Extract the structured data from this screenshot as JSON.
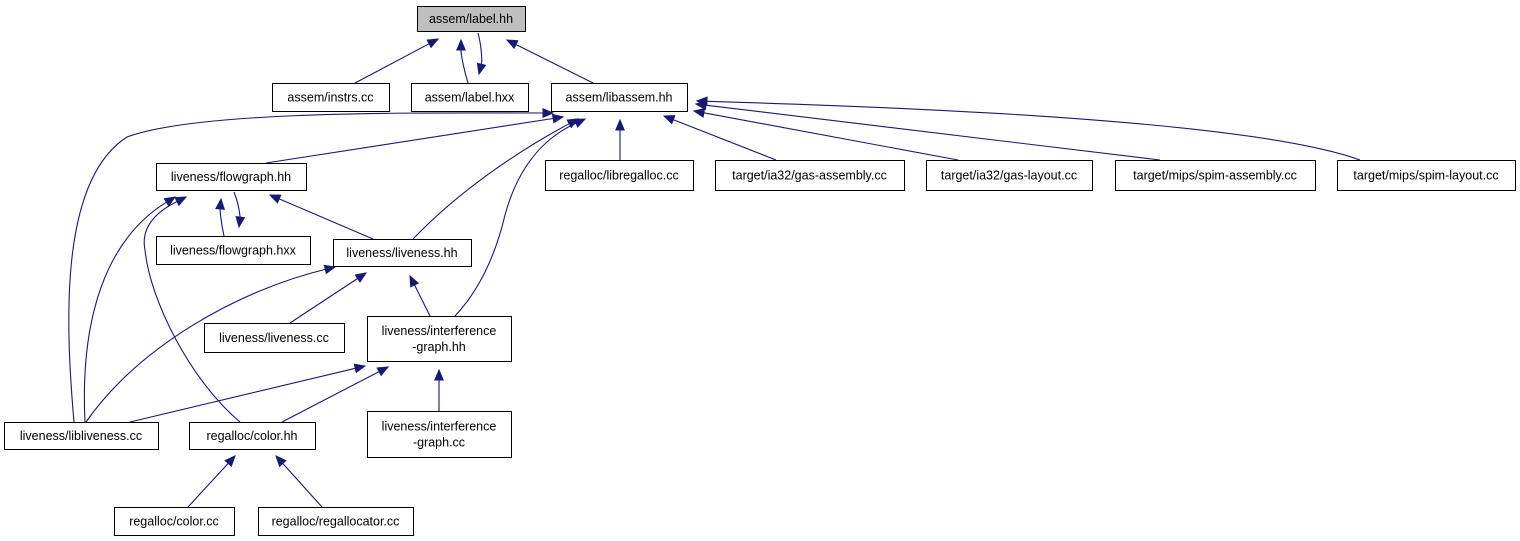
{
  "diagram": {
    "type": "include-dependency-graph",
    "colors": {
      "edge": "#191970",
      "root_fill": "#bfbfbf",
      "node_fill": "#ffffff",
      "border": "#000000"
    },
    "nodes": [
      {
        "id": "label_hh",
        "lines": [
          "assem/label.hh"
        ],
        "root": true
      },
      {
        "id": "instrs_cc",
        "lines": [
          "assem/instrs.cc"
        ]
      },
      {
        "id": "label_hxx",
        "lines": [
          "assem/label.hxx"
        ]
      },
      {
        "id": "libassem_hh",
        "lines": [
          "assem/libassem.hh"
        ]
      },
      {
        "id": "flowgraph_hh",
        "lines": [
          "liveness/flowgraph.hh"
        ]
      },
      {
        "id": "libregalloc_cc",
        "lines": [
          "regalloc/libregalloc.cc"
        ]
      },
      {
        "id": "ia32_gas_assembly",
        "lines": [
          "target/ia32/gas-assembly.cc"
        ]
      },
      {
        "id": "ia32_gas_layout",
        "lines": [
          "target/ia32/gas-layout.cc"
        ]
      },
      {
        "id": "mips_spim_assembly",
        "lines": [
          "target/mips/spim-assembly.cc"
        ]
      },
      {
        "id": "mips_spim_layout",
        "lines": [
          "target/mips/spim-layout.cc"
        ]
      },
      {
        "id": "flowgraph_hxx",
        "lines": [
          "liveness/flowgraph.hxx"
        ]
      },
      {
        "id": "liveness_hh",
        "lines": [
          "liveness/liveness.hh"
        ]
      },
      {
        "id": "liveness_cc",
        "lines": [
          "liveness/liveness.cc"
        ]
      },
      {
        "id": "interference_hh",
        "lines": [
          "liveness/interference",
          "-graph.hh"
        ]
      },
      {
        "id": "libliveness_cc",
        "lines": [
          "liveness/libliveness.cc"
        ]
      },
      {
        "id": "color_hh",
        "lines": [
          "regalloc/color.hh"
        ]
      },
      {
        "id": "interference_cc",
        "lines": [
          "liveness/interference",
          "-graph.cc"
        ]
      },
      {
        "id": "color_cc",
        "lines": [
          "regalloc/color.cc"
        ]
      },
      {
        "id": "regallocator_cc",
        "lines": [
          "regalloc/regallocator.cc"
        ]
      }
    ],
    "edges": [
      {
        "from": "instrs_cc",
        "to": "label_hh"
      },
      {
        "from": "label_hxx",
        "to": "label_hh"
      },
      {
        "from": "label_hh",
        "to": "label_hxx"
      },
      {
        "from": "libassem_hh",
        "to": "label_hh"
      },
      {
        "from": "flowgraph_hh",
        "to": "libassem_hh"
      },
      {
        "from": "libliveness_cc",
        "to": "libassem_hh"
      },
      {
        "from": "liveness_hh",
        "to": "libassem_hh"
      },
      {
        "from": "interference_hh",
        "to": "libassem_hh"
      },
      {
        "from": "libregalloc_cc",
        "to": "libassem_hh"
      },
      {
        "from": "ia32_gas_assembly",
        "to": "libassem_hh"
      },
      {
        "from": "ia32_gas_layout",
        "to": "libassem_hh"
      },
      {
        "from": "mips_spim_assembly",
        "to": "libassem_hh"
      },
      {
        "from": "mips_spim_layout",
        "to": "libassem_hh"
      },
      {
        "from": "flowgraph_hxx",
        "to": "flowgraph_hh"
      },
      {
        "from": "flowgraph_hh",
        "to": "flowgraph_hxx"
      },
      {
        "from": "liveness_hh",
        "to": "flowgraph_hh"
      },
      {
        "from": "libliveness_cc",
        "to": "flowgraph_hh"
      },
      {
        "from": "color_hh",
        "to": "flowgraph_hh"
      },
      {
        "from": "liveness_cc",
        "to": "liveness_hh"
      },
      {
        "from": "interference_hh",
        "to": "liveness_hh"
      },
      {
        "from": "libliveness_cc",
        "to": "liveness_hh"
      },
      {
        "from": "libliveness_cc",
        "to": "interference_hh"
      },
      {
        "from": "color_hh",
        "to": "interference_hh"
      },
      {
        "from": "interference_cc",
        "to": "interference_hh"
      },
      {
        "from": "color_cc",
        "to": "color_hh"
      },
      {
        "from": "regallocator_cc",
        "to": "color_hh"
      }
    ]
  }
}
